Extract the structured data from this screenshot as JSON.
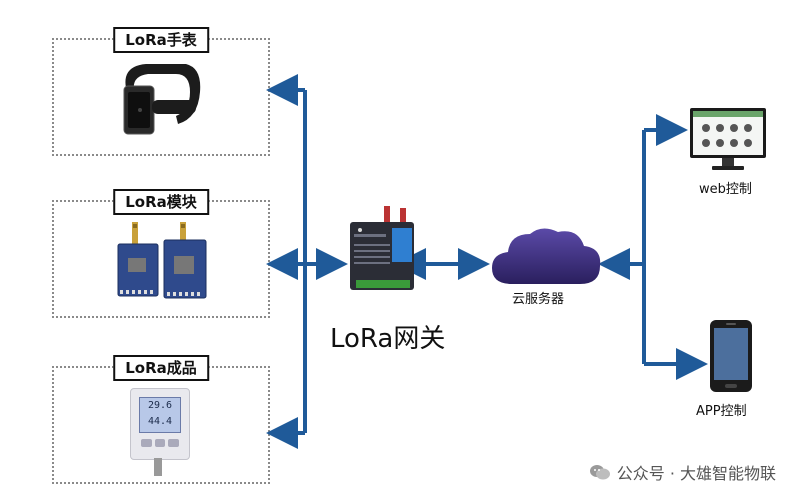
{
  "devices": {
    "watch": {
      "label": "LoRa手表"
    },
    "module": {
      "label": "LoRa模块"
    },
    "product": {
      "label": "LoRa成品",
      "display_top": "29.6",
      "display_bottom": "44.4"
    }
  },
  "gateway": {
    "label": "LoRa网关"
  },
  "cloud": {
    "label": "云服务器"
  },
  "web": {
    "label": "web控制"
  },
  "app": {
    "label": "APP控制"
  },
  "watermark": {
    "text": "公众号 · 大雄智能物联"
  },
  "colors": {
    "arrow": "#1f5a99",
    "cloud": "#3b2a7a",
    "label_border": "#111111",
    "box_border": "#8a8a8a"
  }
}
